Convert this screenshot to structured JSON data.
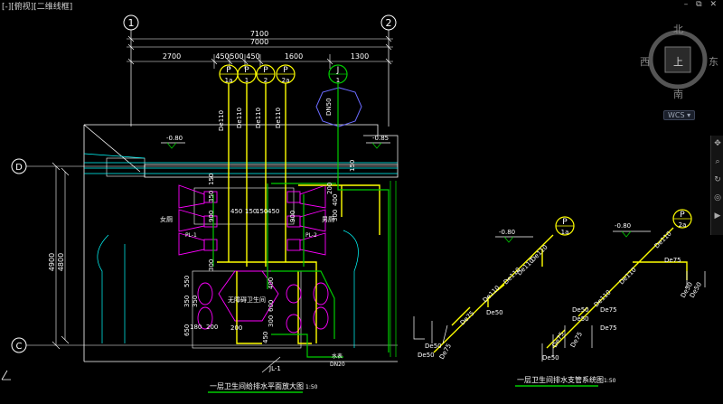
{
  "app": {
    "view_label": "[-][俯视][二维线框]",
    "window_controls": [
      "–",
      "⧉",
      "✕"
    ]
  },
  "viewcube": {
    "north": "北",
    "south": "南",
    "east": "东",
    "west": "西",
    "top_face": "上",
    "wcs_label": "WCS ▾"
  },
  "navbar": {
    "icons": [
      "pan-icon",
      "zoom-icon",
      "orbit-icon",
      "steering-wheel-icon",
      "showmotion-icon"
    ]
  },
  "drawing": {
    "grid_axes": {
      "col_1": "1",
      "col_2": "2",
      "row_D": "D",
      "row_C": "C"
    },
    "dims_top": {
      "total_outer": "7100",
      "total_inner": "7000",
      "seg_2700": "2700",
      "seg_450a": "450",
      "seg_500": "500",
      "seg_450b": "450",
      "seg_1600": "1600",
      "seg_1300": "1300"
    },
    "dims_left": {
      "outer": "4900",
      "inner": "4800"
    },
    "pipe_tags": {
      "p1a_top": "P",
      "p1a_sub": "1a",
      "p1_top": "P",
      "p1_sub": "1",
      "p2_top": "P",
      "p2_sub": "2",
      "p2a_top": "P",
      "p2a_sub": "2a",
      "j1_top": "J",
      "j1_sub": "1"
    },
    "riser_labels": [
      "De110",
      "De110",
      "De110",
      "De110",
      "DN50"
    ],
    "elevations": {
      "left": "-0.80",
      "right": "-0.85"
    },
    "room_labels": {
      "women": "女厕",
      "men": "男厕",
      "accessible": "无障碍卫生间"
    },
    "fixture_dims": {
      "d150a": "150",
      "d350": "350",
      "d900a": "900",
      "d300": "300",
      "d450a": "450",
      "d150b": "150",
      "d150c": "150",
      "d450b": "450",
      "d900b": "900",
      "d200a": "200",
      "d300b": "300",
      "d400": "400",
      "d150d": "150",
      "d550": "550",
      "d350b": "350",
      "d350c": "350",
      "d650": "650",
      "d200b": "200",
      "d180": "180",
      "d400b": "400",
      "d600": "600",
      "d300c": "300",
      "d450c": "450",
      "d200c": "200"
    },
    "branch_labels": {
      "pl1": "PL-1",
      "pl2": "PL-2",
      "jl1": "JL-1",
      "dn20": "DN20",
      "meter": "水表"
    },
    "plan_title": "一层卫生间给排水平面放大图",
    "plan_scale": "1:50",
    "iso_title": "一层卫生间排水支管系统图",
    "iso_scale": "1:50",
    "iso_elev_left": "-0.80",
    "iso_elev_right": "-0.80",
    "iso_tag_left_top": "P",
    "iso_tag_left_sub": "1a",
    "iso_tag_right_top": "P",
    "iso_tag_right_sub": "2a",
    "iso_pipes_left": [
      "De110",
      "De110",
      "De110",
      "De75",
      "De50",
      "De50",
      "De50",
      "De75",
      "De110"
    ],
    "iso_pipes_right": [
      "De110",
      "De110",
      "De110",
      "De75",
      "De50",
      "De75",
      "De50",
      "De75",
      "De75",
      "De50",
      "De75",
      "De50",
      "De50"
    ]
  },
  "colors": {
    "background": "#000000",
    "grid_line": "#ffffff",
    "dimension": "#ffffff",
    "drain_pipe": "#ffff00",
    "supply_pipe": "#00cc00",
    "fixture": "#ff00ff",
    "wall_hatch": "#00ffff",
    "title_underline": "#00cc00",
    "riser_circle": "#6b6bff"
  }
}
